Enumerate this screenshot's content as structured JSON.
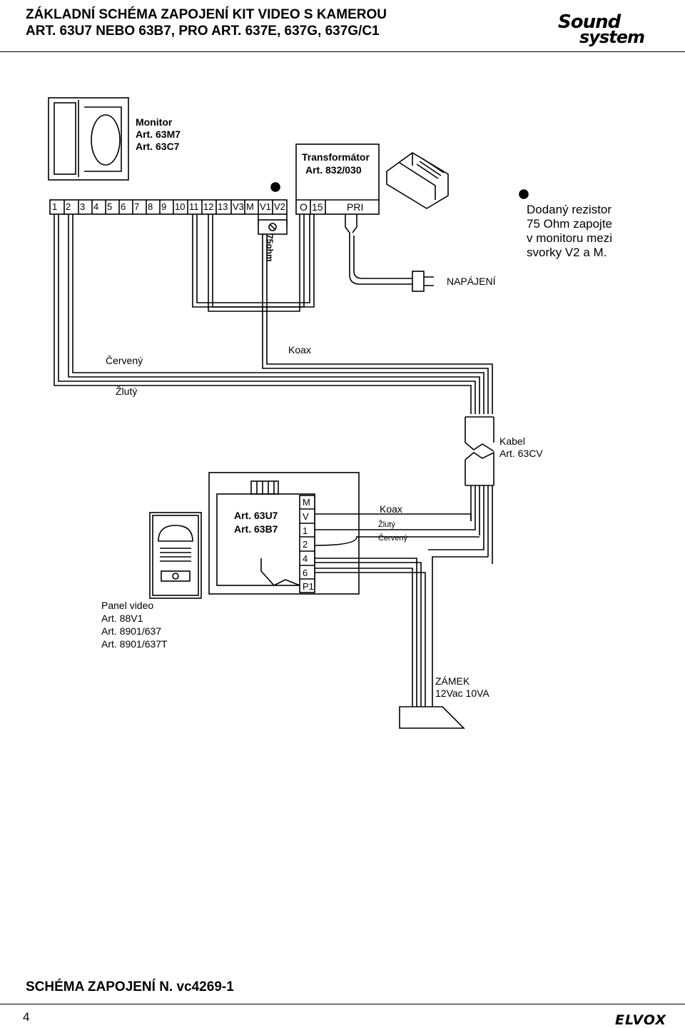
{
  "header": {
    "title_line1": "ZÁKLADNÍ SCHÉMA ZAPOJENÍ KIT VIDEO S KAMEROU",
    "title_line2": "ART. 63U7 NEBO 63B7, PRO ART. 637E, 637G, 637G/C1",
    "logo_line1": "Sound",
    "logo_line2": "system"
  },
  "monitor": {
    "line1": "Monitor",
    "line2": "Art. 63M7",
    "line3": "Art. 63C7",
    "terminals": [
      "1",
      "2",
      "3",
      "4",
      "5",
      "6",
      "7",
      "8",
      "9",
      "10",
      "11",
      "12",
      "13",
      "V3",
      "M",
      "V1",
      "V2"
    ]
  },
  "transformer": {
    "line1": "Transformátor",
    "line2": "Art. 832/030",
    "terminals": [
      "O",
      "15",
      "PRI"
    ]
  },
  "resistor_label": "75ohm",
  "note": {
    "line1": "Dodaný rezistor",
    "line2": "75 Ohm zapojte",
    "line3": "v monitoru mezi",
    "line4": "svorky V2 a M."
  },
  "power_label": "NAPÁJENÍ",
  "wires": {
    "red": "Červený",
    "coax": "Koax",
    "yellow": "Žlutý"
  },
  "cable": {
    "line1": "Kabel",
    "line2": "Art. 63CV"
  },
  "camera_unit": {
    "line1": "Art. 63U7",
    "line2": "Art. 63B7",
    "terminals": [
      "M",
      "V",
      "1",
      "2",
      "4",
      "6",
      "P1"
    ],
    "wire_coax": "Koax",
    "wire_yellow": "Žlutý",
    "wire_red": "Červený"
  },
  "panel": {
    "line1": "Panel video",
    "line2": "Art. 88V1",
    "line3": "Art. 8901/637",
    "line4": "Art. 8901/637T"
  },
  "lock": {
    "line1": "ZÁMEK",
    "line2": "12Vac 10VA"
  },
  "footer": {
    "title": "SCHÉMA ZAPOJENÍ  N. vc4269-1",
    "page": "4",
    "brand": "ELVOX"
  }
}
